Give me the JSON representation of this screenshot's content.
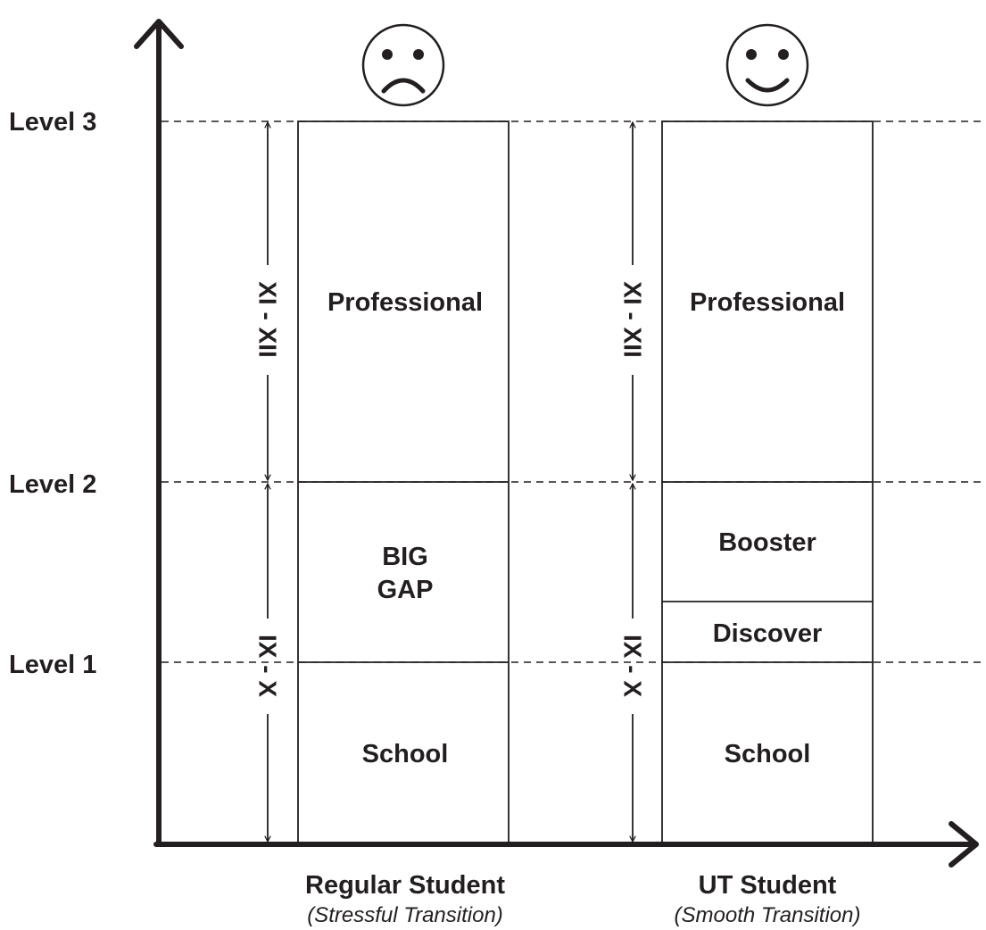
{
  "levels": {
    "level3": "Level 3",
    "level2": "Level 2",
    "level1": "Level 1"
  },
  "columns": {
    "regular": {
      "title": "Regular Student",
      "subtitle": "(Stressful Transition)",
      "face": "sad-face-icon",
      "blocks": {
        "top": "Professional",
        "gap_line1": "BIG",
        "gap_line2": "GAP",
        "bottom": "School"
      },
      "span_upper": "XI - XII",
      "span_lower": "IX - X"
    },
    "ut": {
      "title": "UT Student",
      "subtitle": "(Smooth Transition)",
      "face": "smile-face-icon",
      "blocks": {
        "top": "Professional",
        "booster": "Booster",
        "discover": "Discover",
        "bottom": "School"
      },
      "span_upper": "XI - XII",
      "span_lower": "IX - X"
    }
  },
  "colors": {
    "ink": "#231f20",
    "background": "#ffffff"
  }
}
